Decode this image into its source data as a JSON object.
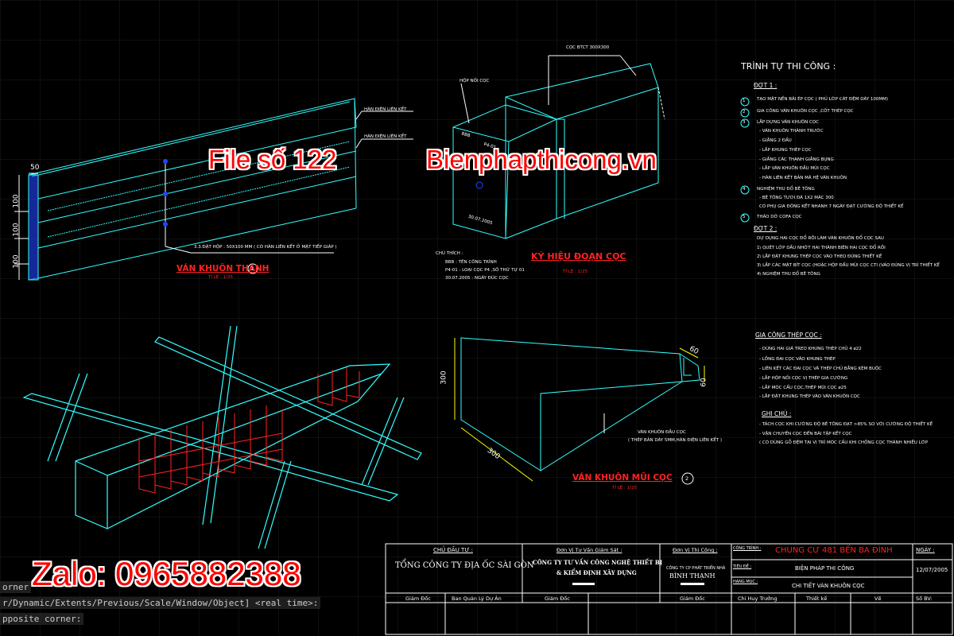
{
  "overlay": {
    "file_label": "File số 122",
    "site_label": "Bienphapthicong.vn",
    "zalo_label": "Zalo: 0965882388"
  },
  "command": {
    "line1": "orner",
    "line2": "r/Dynamic/Extents/Previous/Scale/Window/Object] <real time>:",
    "line3": "pposite corner:"
  },
  "view1": {
    "dim_top": "50",
    "dims_left": [
      "100",
      "100",
      "100"
    ],
    "han1": "HÀN ĐIỆN LIÊN KẾT",
    "han2": "HÀN ĐIỆN LIÊN KẾT",
    "note": "3.3.ĐẶT HỘP : 50X100 MM ( CÓ HÀN LIÊN KẾT Ở MẶT TIẾP GIÁP )",
    "title": "VÁN KHUÔN THÀNH",
    "scale": "TỈ LỆ : 1/25",
    "num": "1"
  },
  "view2": {
    "label_top": "CỌC BTCT 300X300",
    "label_hop": "HỘP NỐI CỌC",
    "chu_thich": "CHÚ THÍCH :",
    "ct1": "BBB : TÊN CÔNG TRÌNH",
    "ct2": "P4-01 : LOẠI CỌC P4 ,SỐ THỨ TỰ 01",
    "ct3": "30.07.2005 : NGÀY ĐÚC CỌC",
    "face1": "BBB",
    "face2": "P4-01",
    "face3": "30.07.2005",
    "title": "KÝ HIỆU ĐOẠN CỌC",
    "scale": "TỈ LỆ : 1/25"
  },
  "view4": {
    "dim_left": "300",
    "dim_bottom": "300",
    "dim_tip1": "60",
    "dim_tip2": "60",
    "note1": "VÁN KHUÔN ĐẦU CỌC",
    "note2": "( THÉP BẢN DÀY 5MM,HÀN ĐIỆN LIÊN KẾT )",
    "title": "VÁN KHUÔN MŨI CỌC",
    "scale": "TỈ LỆ : 1/25",
    "num": "2"
  },
  "notes": {
    "heading": "TRÌNH TỰ THI CÔNG :",
    "dot1": "ĐỢT 1 :",
    "steps1": [
      {
        "n": "1",
        "t": "TẠO MẶT NỀN BÃI ÉP CỌC ( PHỦ LỚP CÁT ĐỆM DÀY 100MM)"
      },
      {
        "n": "2",
        "t": "GIA CÔNG VÁN KHUÔN CỌC ,CỐT THÉP CỌC"
      },
      {
        "n": "3",
        "t": "LẮP DỰNG VÁN KHUÔN CỌC"
      }
    ],
    "sub3": [
      "- VÁN KHUÔN THÀNH TRƯỚC",
      "- GIẰNG 2 ĐẦU",
      "- LẮP KHUNG THÉP CỌC",
      "- GIẰNG CÁC THANH GIẰNG BỤNG",
      "- LẮP VÁN KHUÔN ĐẦU MŨI CỌC",
      "- HÀN LIÊN KẾT BẢN MÃ HỆ VÁN KHUÔN"
    ],
    "step4": {
      "n": "4",
      "t": "NGHIỆM THU ĐỔ BÊ TÔNG"
    },
    "sub4": [
      "- BÊ TÔNG TƯƠI ĐÁ 1X2 MÁC 300",
      "CÓ PHỤ GIA ĐÔNG KẾT NHANH 7 NGÀY ĐẠT CƯỜNG ĐỘ THIẾT KẾ"
    ],
    "step5": {
      "n": "5",
      "t": "THÁO DỠ COFA CỌC"
    },
    "dot2": "ĐỢT 2 :",
    "steps2": [
      "DỰ DỤNG HAI CỌC ĐỔ RỒI LÀM VÁN KHUÔN ĐỔ CỌC SAU",
      "1\\ QUÉT LỚP DẦU NHỚT HAI THÀNH BIÊN HAI CỌC ĐỔ RỒI",
      "2\\ LẮP ĐẶT KHUNG THÉP CỌC VÀO THEO ĐÚNG THIẾT KẾ",
      "3\\ LẮP CÁC MẶT BÍT CỌC (HOẶC HỘP ĐẦU MŨI CỌC CTI (VÁO ĐÚNG VỊ TRÍ THIẾT KẾ",
      "4\\ NGHIỆM THU ĐỔ BÊ TÔNG"
    ],
    "heading2": "GIA CÔNG THÉP CỌC :",
    "steel": [
      "- DÙNG HAI GIÁ TREO KHUNG THÉP CHỦ 4 ø22",
      "- LỒNG ĐAI CỌC VÀO KHUNG THÉP",
      "- LIÊN KẾT CÁC ĐAI CỌC VÀ THÉP CHỦ BẰNG KẼM BUỘC",
      "- LẮP HỘP NỐI CỌC VỊ THÉP GIA CƯỜNG",
      "- LẮP MÓC CẨU CỌC,THÉP MŨI CỌC ø25",
      "- LẮP ĐẶT KHUNG THÉP VÀO VÁN KHUÔN CỌC"
    ],
    "ghi_chu": "GHI CHÚ :",
    "gc": [
      "- TÁCH CỌC KHI CƯỜNG ĐỘ BÊ TÔNG ĐẠT >85% SO VỚI CƯỜNG ĐỘ THIẾT KẾ",
      "- VẬN CHUYỂN CỌC ĐẾN BÃI TẬP KẾT CỌC",
      "( CÓ DÙNG GỖ ĐỆM TẠI VỊ TRÍ MÓC CẨU KHI CHỒNG CỌC THÀNH NHIỀU LỚP"
    ]
  },
  "titleblock": {
    "chu_dau_tu_label": "CHỦ ĐẦU TƯ :",
    "chu_dau_tu": "TỔNG CÔNG TY ĐỊA ỐC SÀI GÒN",
    "giam_sat_label": "Đơn Vị Tư Vấn Giám Sát :",
    "giam_sat_1": "CÔNG TY TƯ VẤN CÔNG NGHỆ THIẾT BỊ",
    "giam_sat_2": "& KIỂM ĐỊNH XÂY DỰNG",
    "thi_cong_label": "Đơn Vị Thi Công :",
    "thi_cong_small": "CÔNG TY CP PHÁT TRIỂN NHÀ",
    "thi_cong": "BÌNH THẠNH",
    "cong_trinh_label": "CÔNG TRÌNH :",
    "cong_trinh": "CHUNG CƯ 481 BẾN BA ĐÌNH",
    "tieu_de_label": "TIÊU ĐỀ :",
    "tieu_de": "BIỆN PHÁP THI CÔNG",
    "hang_muc_label": "HẠNG MỤC :",
    "hang_muc": "CHI TIẾT VÁN KHUÔN CỌC",
    "ngay_label": "NGÀY :",
    "ngay": "12/07/2005",
    "sign": [
      "Giám Đốc",
      "Ban Quản Lý Dự Án",
      "Giám Đốc",
      "Giám Đốc",
      "Chỉ Huy Trưởng",
      "Thiết kế",
      "Vẽ",
      "Số BV:"
    ]
  },
  "colors": {
    "background": "#000000",
    "cyan": "#33ffff",
    "red": "#ff2222",
    "blue": "#2244ff",
    "grid": "#1a1a1a"
  }
}
